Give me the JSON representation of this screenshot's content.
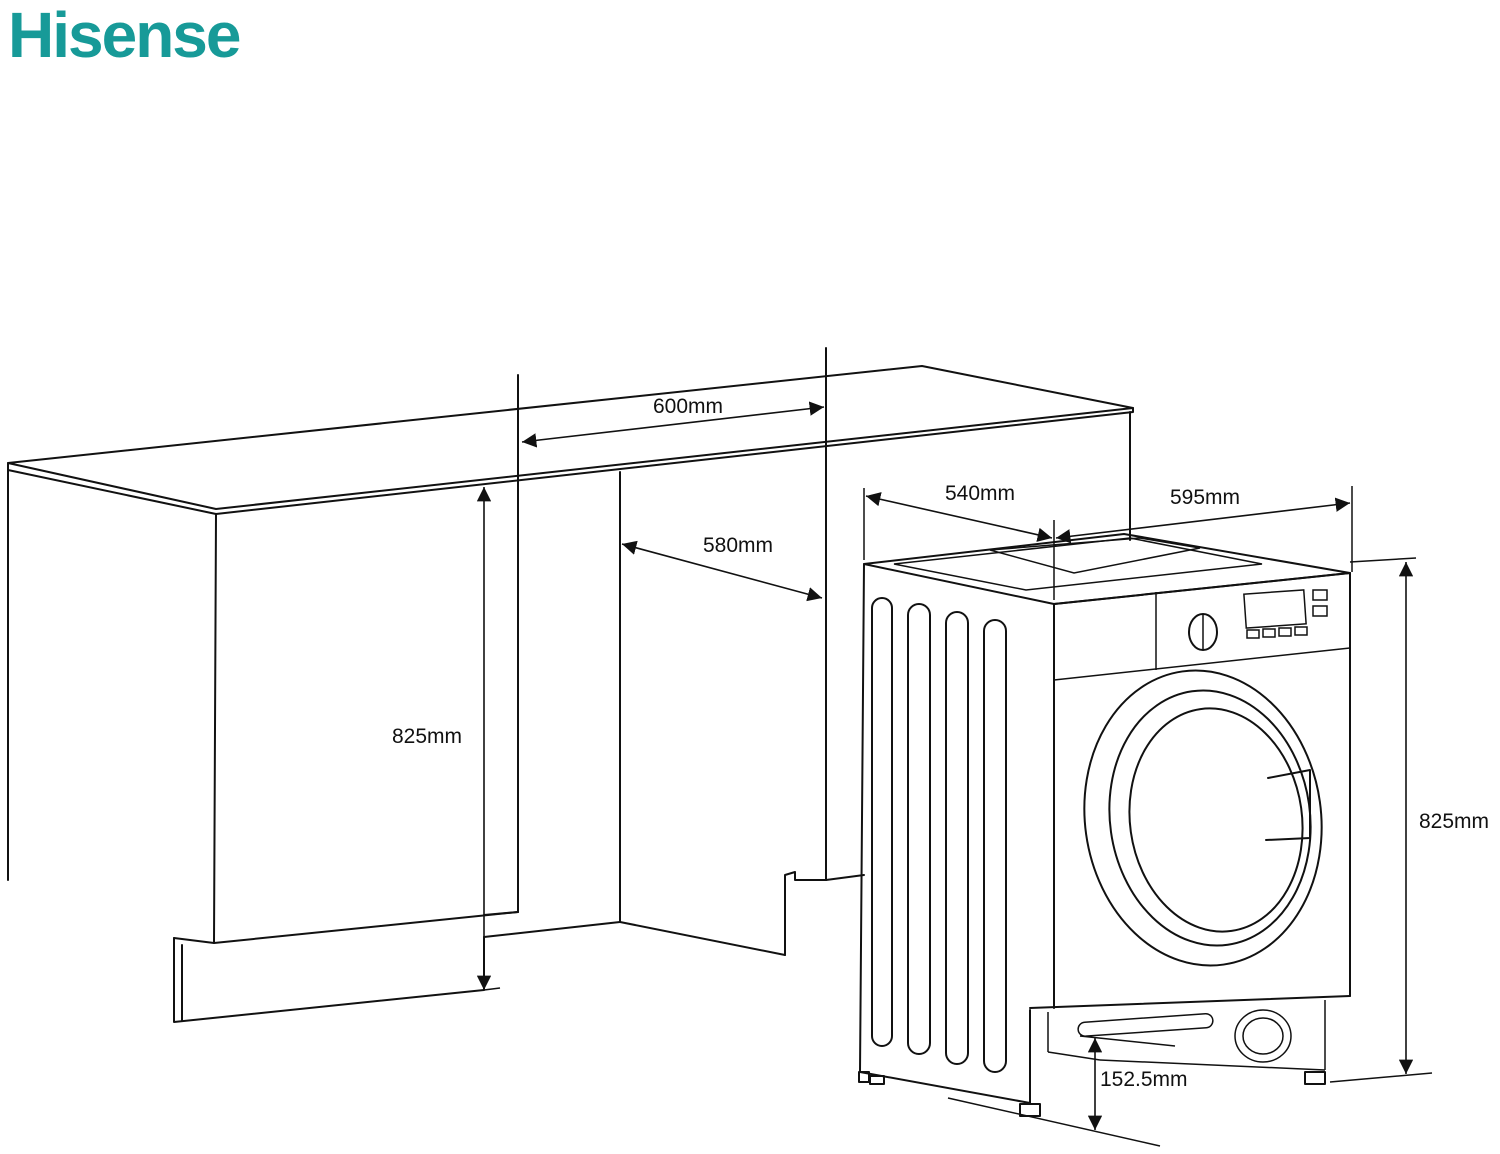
{
  "brand": {
    "name": "Hisense",
    "color": "#179a98"
  },
  "diagram": {
    "dimensions": {
      "niche_width": "600mm",
      "niche_depth": "580mm",
      "niche_height": "825mm",
      "appliance_depth": "540mm",
      "appliance_width": "595mm",
      "appliance_height": "825mm",
      "plinth_height": "152.5mm"
    },
    "line_color": "#111111"
  }
}
